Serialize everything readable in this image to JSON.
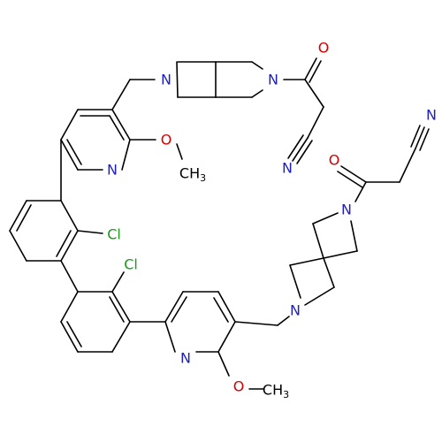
{
  "colors": {
    "bond": "#000000",
    "N": "#1f1fbf",
    "O": "#d40000",
    "Cl": "#1a9a1a",
    "C": "#000000"
  },
  "atoms": [
    {
      "id": "n_az1",
      "label": "N",
      "el": "N"
    },
    {
      "id": "n_az2",
      "label": "N",
      "el": "N"
    },
    {
      "id": "o_co1",
      "label": "O",
      "el": "O"
    },
    {
      "id": "n_cn1",
      "label": "N",
      "el": "N"
    },
    {
      "id": "n_py1",
      "label": "N",
      "el": "N"
    },
    {
      "id": "o_me1",
      "label": "O",
      "el": "O"
    },
    {
      "id": "c_me1",
      "label": "CH",
      "sub": "3",
      "el": "C"
    },
    {
      "id": "cl_1",
      "label": "Cl",
      "el": "Cl"
    },
    {
      "id": "cl_2",
      "label": "Cl",
      "el": "Cl"
    },
    {
      "id": "n_cn2",
      "label": "N",
      "el": "N"
    },
    {
      "id": "o_co2",
      "label": "O",
      "el": "O"
    },
    {
      "id": "n_az3",
      "label": "N",
      "el": "N"
    },
    {
      "id": "n_az4",
      "label": "N",
      "el": "N"
    },
    {
      "id": "n_py2",
      "label": "N",
      "el": "N"
    },
    {
      "id": "o_me2",
      "label": "O",
      "el": "O"
    },
    {
      "id": "c_me2",
      "label": "CH",
      "sub": "3",
      "el": "C"
    }
  ]
}
